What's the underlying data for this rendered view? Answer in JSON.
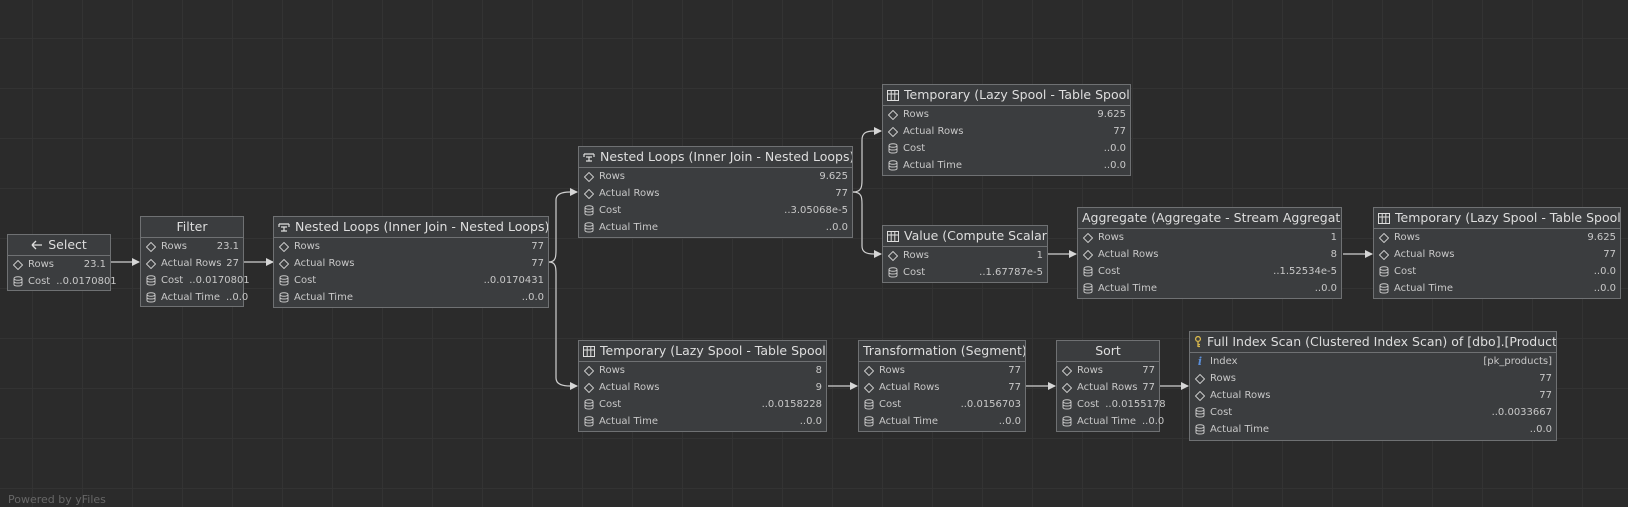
{
  "nodes": {
    "select": {
      "title": "Select",
      "icon": "arrow-left-icon",
      "rows": [
        {
          "label": "Rows",
          "value": "23.1",
          "icon": "diamond-icon"
        },
        {
          "label": "Cost",
          "value": "..0.0170801",
          "icon": "database-icon"
        }
      ]
    },
    "filter": {
      "title": "Filter",
      "rows": [
        {
          "label": "Rows",
          "value": "23.1",
          "icon": "diamond-icon"
        },
        {
          "label": "Actual Rows",
          "value": "27",
          "icon": "diamond-icon"
        },
        {
          "label": "Cost",
          "value": "..0.0170801",
          "icon": "database-icon"
        },
        {
          "label": "Actual Time",
          "value": "..0.0",
          "icon": "database-icon"
        }
      ]
    },
    "nested1": {
      "title": "Nested Loops (Inner Join - Nested Loops)",
      "icon": "nested-loops-icon",
      "rows": [
        {
          "label": "Rows",
          "value": "77",
          "icon": "diamond-icon"
        },
        {
          "label": "Actual Rows",
          "value": "77",
          "icon": "diamond-icon"
        },
        {
          "label": "Cost",
          "value": "..0.0170431",
          "icon": "database-icon"
        },
        {
          "label": "Actual Time",
          "value": "..0.0",
          "icon": "database-icon"
        }
      ]
    },
    "nested2": {
      "title": "Nested Loops (Inner Join - Nested Loops)",
      "icon": "nested-loops-icon",
      "rows": [
        {
          "label": "Rows",
          "value": "9.625",
          "icon": "diamond-icon"
        },
        {
          "label": "Actual Rows",
          "value": "77",
          "icon": "diamond-icon"
        },
        {
          "label": "Cost",
          "value": "..3.05068e-5",
          "icon": "database-icon"
        },
        {
          "label": "Actual Time",
          "value": "..0.0",
          "icon": "database-icon"
        }
      ]
    },
    "spool_top": {
      "title": "Temporary (Lazy Spool - Table Spool)",
      "icon": "table-icon",
      "rows": [
        {
          "label": "Rows",
          "value": "9.625",
          "icon": "diamond-icon"
        },
        {
          "label": "Actual Rows",
          "value": "77",
          "icon": "diamond-icon"
        },
        {
          "label": "Cost",
          "value": "..0.0",
          "icon": "database-icon"
        },
        {
          "label": "Actual Time",
          "value": "..0.0",
          "icon": "database-icon"
        }
      ]
    },
    "value": {
      "title": "Value (Compute Scalar)",
      "icon": "table-icon",
      "rows": [
        {
          "label": "Rows",
          "value": "1",
          "icon": "diamond-icon"
        },
        {
          "label": "Cost",
          "value": "..1.67787e-5",
          "icon": "database-icon"
        }
      ]
    },
    "aggregate": {
      "title": "Aggregate (Aggregate - Stream Aggregate)",
      "rows": [
        {
          "label": "Rows",
          "value": "1",
          "icon": "diamond-icon"
        },
        {
          "label": "Actual Rows",
          "value": "8",
          "icon": "diamond-icon"
        },
        {
          "label": "Cost",
          "value": "..1.52534e-5",
          "icon": "database-icon"
        },
        {
          "label": "Actual Time",
          "value": "..0.0",
          "icon": "database-icon"
        }
      ]
    },
    "spool_right": {
      "title": "Temporary (Lazy Spool - Table Spool)",
      "icon": "table-icon",
      "rows": [
        {
          "label": "Rows",
          "value": "9.625",
          "icon": "diamond-icon"
        },
        {
          "label": "Actual Rows",
          "value": "77",
          "icon": "diamond-icon"
        },
        {
          "label": "Cost",
          "value": "..0.0",
          "icon": "database-icon"
        },
        {
          "label": "Actual Time",
          "value": "..0.0",
          "icon": "database-icon"
        }
      ]
    },
    "spool_bottom": {
      "title": "Temporary (Lazy Spool - Table Spool)",
      "icon": "table-icon",
      "rows": [
        {
          "label": "Rows",
          "value": "8",
          "icon": "diamond-icon"
        },
        {
          "label": "Actual Rows",
          "value": "9",
          "icon": "diamond-icon"
        },
        {
          "label": "Cost",
          "value": "..0.0158228",
          "icon": "database-icon"
        },
        {
          "label": "Actual Time",
          "value": "..0.0",
          "icon": "database-icon"
        }
      ]
    },
    "segment": {
      "title": "Transformation (Segment)",
      "rows": [
        {
          "label": "Rows",
          "value": "77",
          "icon": "diamond-icon"
        },
        {
          "label": "Actual Rows",
          "value": "77",
          "icon": "diamond-icon"
        },
        {
          "label": "Cost",
          "value": "..0.0156703",
          "icon": "database-icon"
        },
        {
          "label": "Actual Time",
          "value": "..0.0",
          "icon": "database-icon"
        }
      ]
    },
    "sort": {
      "title": "Sort",
      "rows": [
        {
          "label": "Rows",
          "value": "77",
          "icon": "diamond-icon"
        },
        {
          "label": "Actual Rows",
          "value": "77",
          "icon": "diamond-icon"
        },
        {
          "label": "Cost",
          "value": "..0.0155178",
          "icon": "database-icon"
        },
        {
          "label": "Actual Time",
          "value": "..0.0",
          "icon": "database-icon"
        }
      ]
    },
    "scan": {
      "title": "Full Index Scan (Clustered Index Scan) of [dbo].[Products]",
      "icon": "key-icon",
      "rows": [
        {
          "label": "Index",
          "value": "[pk_products]",
          "icon": "info-icon"
        },
        {
          "label": "Rows",
          "value": "77",
          "icon": "diamond-icon"
        },
        {
          "label": "Actual Rows",
          "value": "77",
          "icon": "diamond-icon"
        },
        {
          "label": "Cost",
          "value": "..0.0033667",
          "icon": "database-icon"
        },
        {
          "label": "Actual Time",
          "value": "..0.0",
          "icon": "database-icon"
        }
      ]
    }
  },
  "footer": "Powered by yFiles"
}
